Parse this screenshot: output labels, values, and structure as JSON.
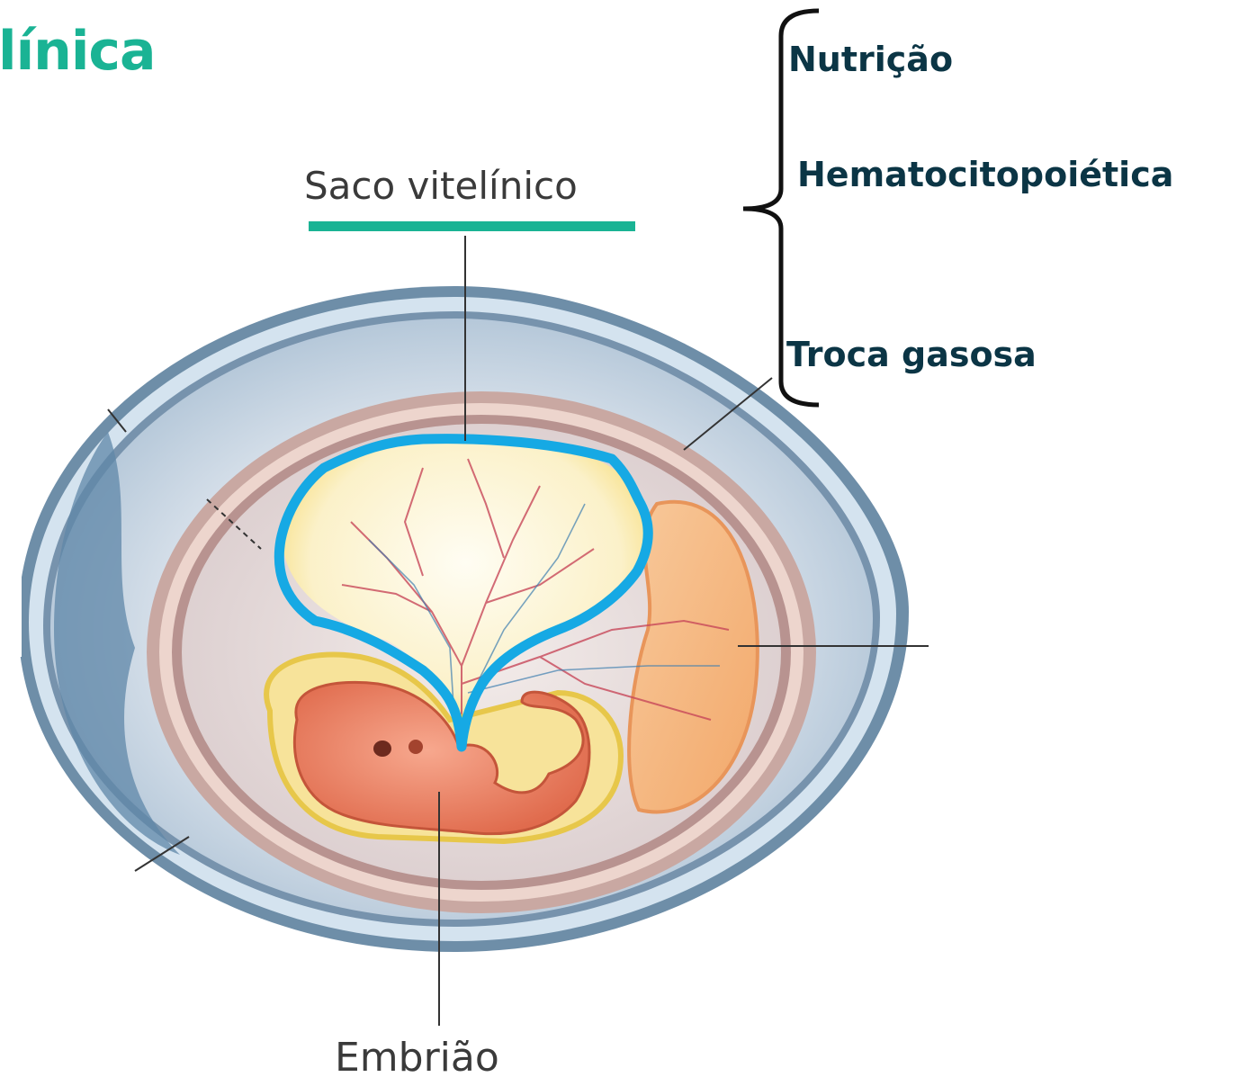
{
  "title": "línica",
  "functions": {
    "nutricao": "Nutrição",
    "hemato": "Hematocitopoiética",
    "troca": "Troca gasosa"
  },
  "labels": {
    "yolk_sac": "Saco vitelínico",
    "embryo": "Embrião"
  },
  "colors": {
    "title": "#1ab394",
    "function_text": "#0b3545",
    "underline": "#1ab394",
    "yolk_outline": "#16a9e4"
  }
}
